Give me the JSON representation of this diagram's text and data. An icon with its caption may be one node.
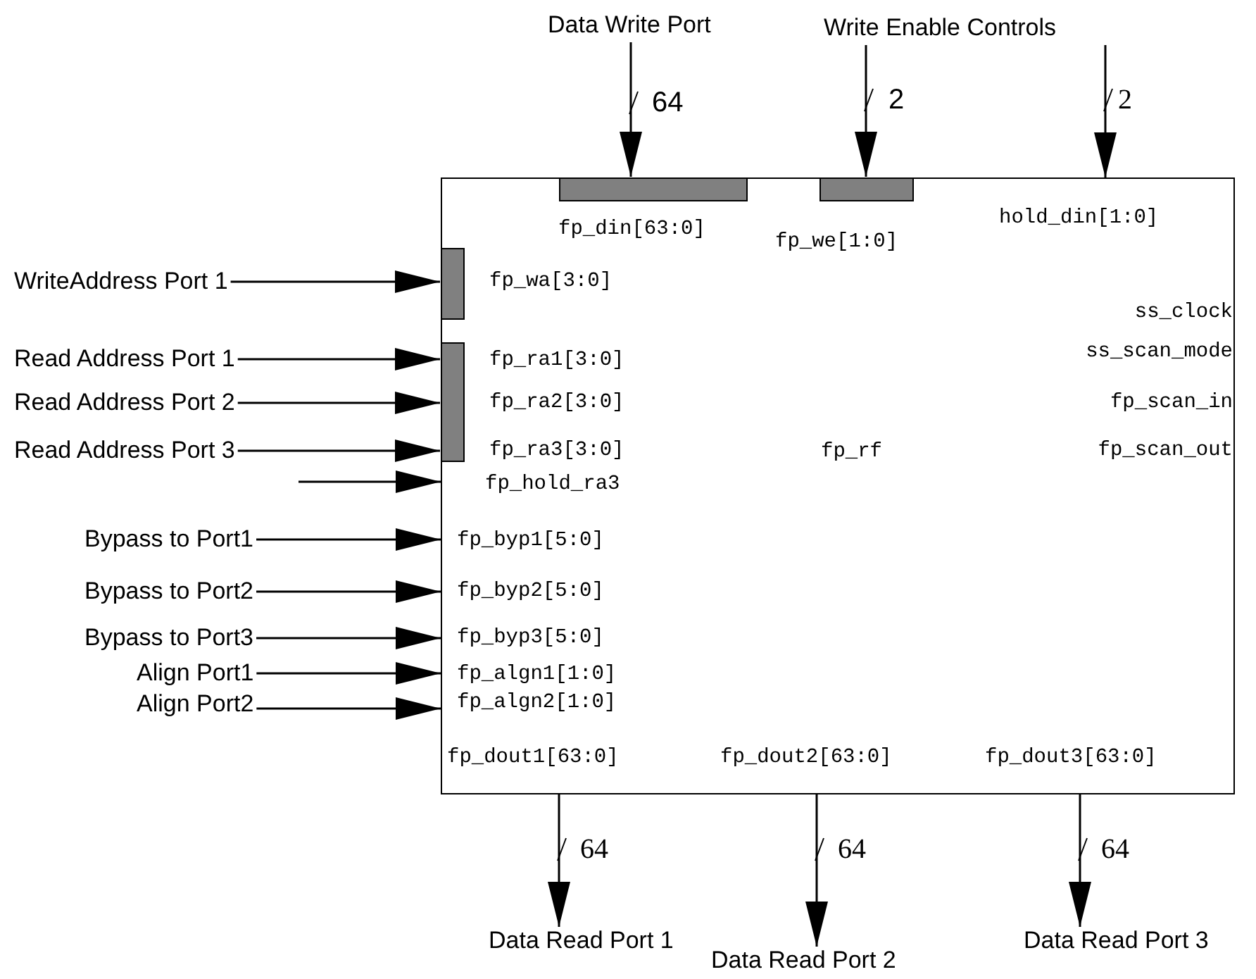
{
  "diagram": {
    "nodes": [
      {
        "text": [
          "fp_rf"
        ]
      },
      {
        "text": [],
        "shape": "bar",
        "in": 0
      },
      {
        "text": [],
        "shape": "bar",
        "in": 0
      },
      {
        "text": [],
        "shape": "bar",
        "in": 0
      },
      {
        "text": [],
        "shape": "bar",
        "in": 0
      },
      {
        "text": [
          "Data Write Port"
        ]
      },
      {
        "text": [
          "Write Enable Controls"
        ]
      },
      {
        "text": [
          "WriteAddress Port 1"
        ]
      },
      {
        "text": [
          "Read Address Port 1"
        ]
      },
      {
        "text": [
          "Read Address Port 2"
        ]
      },
      {
        "text": [
          "Read Address Port 3"
        ]
      },
      {
        "text": [
          "Bypass to Port1"
        ]
      },
      {
        "text": [
          "Bypass to Port2"
        ]
      },
      {
        "text": [
          "Bypass to Port3"
        ]
      },
      {
        "text": [
          "Align Port1"
        ]
      },
      {
        "text": [
          "Align Port2"
        ]
      },
      {
        "text": [
          "Data Read Port 1"
        ]
      },
      {
        "text": [
          "Data Read Port 2"
        ]
      },
      {
        "text": [
          "Data Read Port 3"
        ]
      }
    ],
    "edges": [
      {
        "from": 5,
        "to": 1,
        "arrow": "to",
        "label": "64"
      },
      {
        "from": 6,
        "to": 2,
        "arrow": "to",
        "label": "2"
      },
      {
        "from": 6,
        "to": 0,
        "arrow": "to",
        "label": "2"
      },
      {
        "from": 7,
        "to": 3,
        "arrow": "to"
      },
      {
        "from": 8,
        "to": 4,
        "arrow": "to"
      },
      {
        "from": 9,
        "to": 4,
        "arrow": "to"
      },
      {
        "from": 10,
        "to": 4,
        "arrow": "to"
      },
      {
        "from": null,
        "to": 0,
        "arrow": "to"
      },
      {
        "from": 11,
        "to": 0,
        "arrow": "to"
      },
      {
        "from": 12,
        "to": 0,
        "arrow": "to"
      },
      {
        "from": 13,
        "to": 0,
        "arrow": "to"
      },
      {
        "from": 14,
        "to": 0,
        "arrow": "to"
      },
      {
        "from": 15,
        "to": 0,
        "arrow": "to"
      },
      {
        "from": 0,
        "to": 16,
        "arrow": "to",
        "label": "64"
      },
      {
        "from": 0,
        "to": 17,
        "arrow": "to",
        "label": "64"
      },
      {
        "from": 0,
        "to": 18,
        "arrow": "to",
        "label": "64"
      }
    ],
    "labels": [
      "fp_din[63:0]",
      "fp_we[1:0]",
      "hold_din[1:0]",
      "fp_wa[3:0]",
      "ss_clock",
      "fp_ra1[3:0]",
      "ss_scan_mode",
      "fp_ra2[3:0]",
      "fp_scan_in",
      "fp_ra3[3:0]",
      "fp_scan_out",
      "fp_hold_ra3",
      "fp_byp1[5:0]",
      "fp_byp2[5:0]",
      "fp_byp3[5:0]",
      "fp_algn1[1:0]",
      "fp_algn2[1:0]",
      "fp_dout1[63:0]",
      "fp_dout2[63:0]",
      "fp_dout3[63:0]"
    ]
  }
}
